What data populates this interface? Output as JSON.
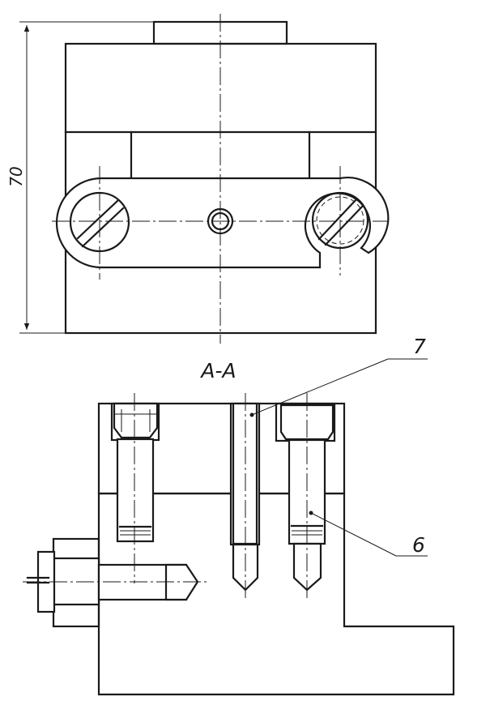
{
  "drawing": {
    "dimension_height": "70",
    "section_label": "A-A",
    "callouts": [
      {
        "number": "7"
      },
      {
        "number": "6"
      }
    ]
  }
}
